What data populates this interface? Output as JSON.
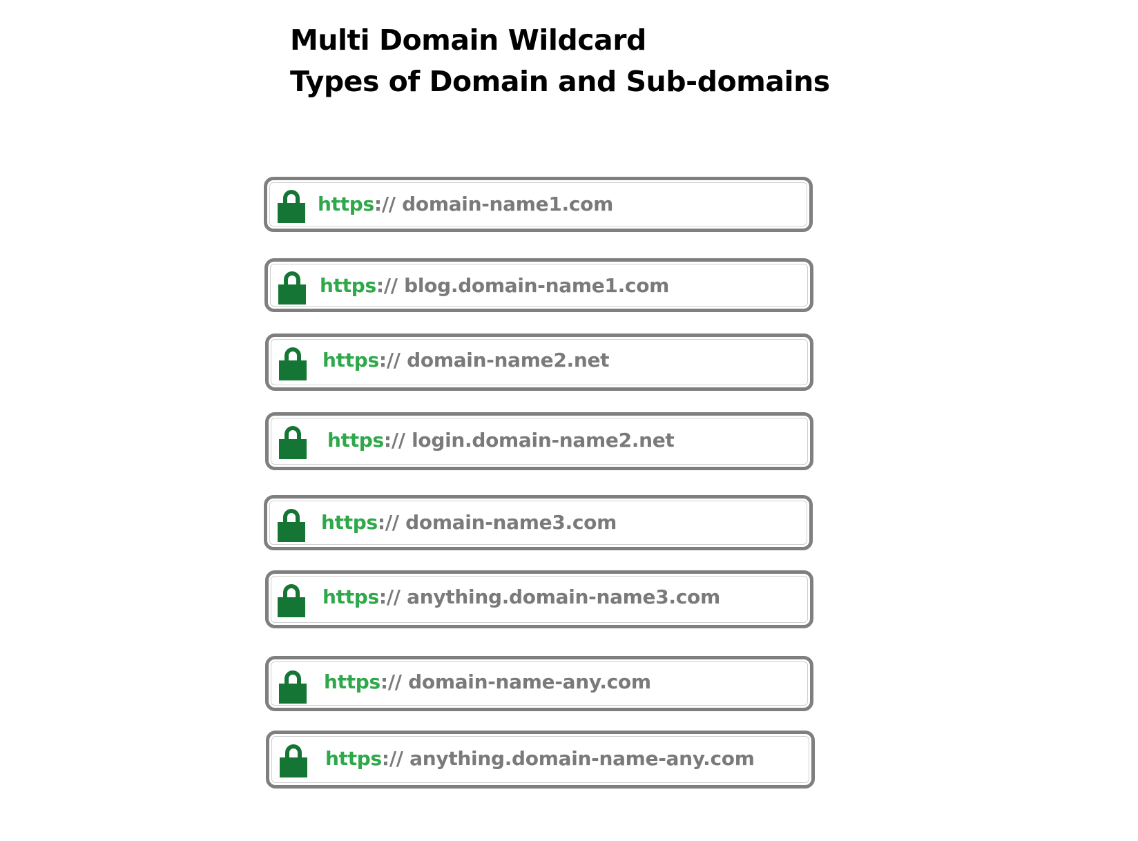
{
  "title": {
    "line1": "Multi Domain Wildcard",
    "line2": "Types of Domain and Sub-domains"
  },
  "colors": {
    "lock": "#157534",
    "scheme": "#2ea84a",
    "host": "#7a7a7a",
    "border": "#7f7f7f"
  },
  "urls": [
    {
      "scheme": "https",
      "separator": "://",
      "host": " domain-name1.com",
      "icon": "lock-icon"
    },
    {
      "scheme": "https",
      "separator": "://",
      "host": " blog.domain-name1.com",
      "icon": "lock-icon"
    },
    {
      "scheme": "https",
      "separator": "://",
      "host": " domain-name2.net",
      "icon": "lock-icon"
    },
    {
      "scheme": "https",
      "separator": "://",
      "host": " login.domain-name2.net",
      "icon": "lock-icon"
    },
    {
      "scheme": "https",
      "separator": "://",
      "host": " domain-name3.com",
      "icon": "lock-icon"
    },
    {
      "scheme": "https",
      "separator": "://",
      "host": " anything.domain-name3.com",
      "icon": "lock-icon"
    },
    {
      "scheme": "https",
      "separator": "://",
      "host": " domain-name-any.com",
      "icon": "lock-icon"
    },
    {
      "scheme": "https",
      "separator": "://",
      "host": " anything.domain-name-any.com",
      "icon": "lock-icon"
    }
  ]
}
